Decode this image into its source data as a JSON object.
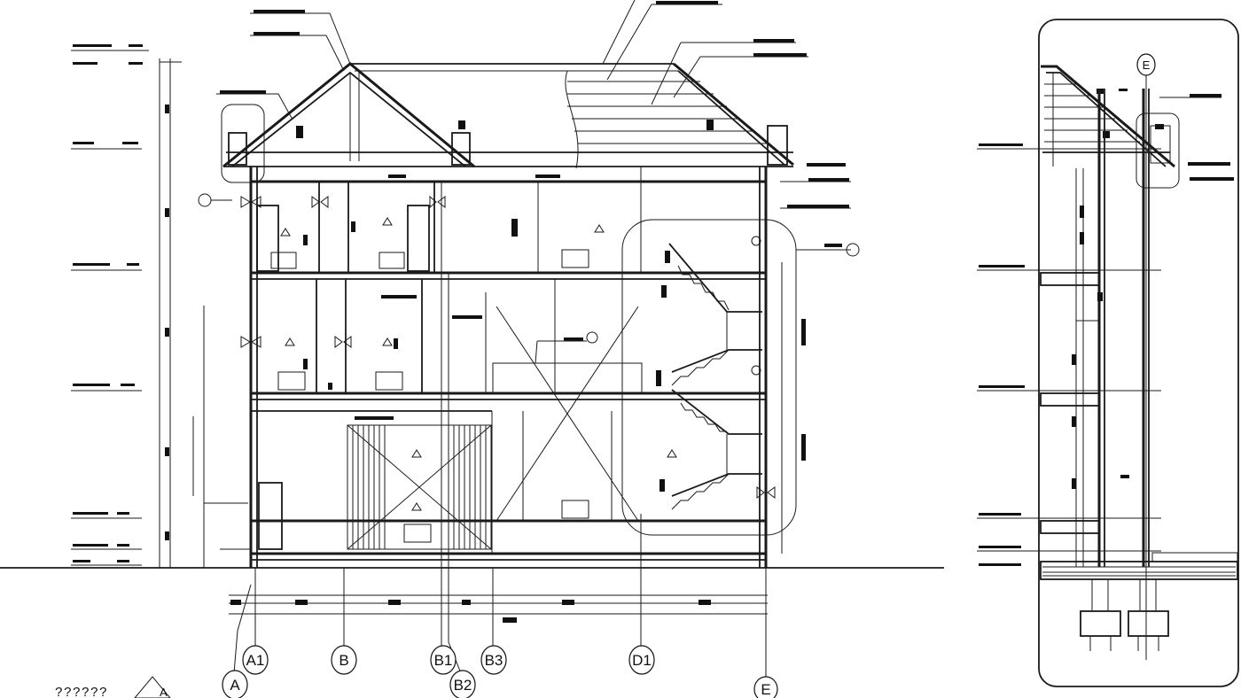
{
  "axes": {
    "A": "A",
    "A1": "A1",
    "B": "B",
    "B1": "B1",
    "B2": "B2",
    "B3": "B3",
    "D1": "D1",
    "E": "E",
    "E_detail": "E"
  },
  "corner_code": "?????? ",
  "north_mark": "A"
}
